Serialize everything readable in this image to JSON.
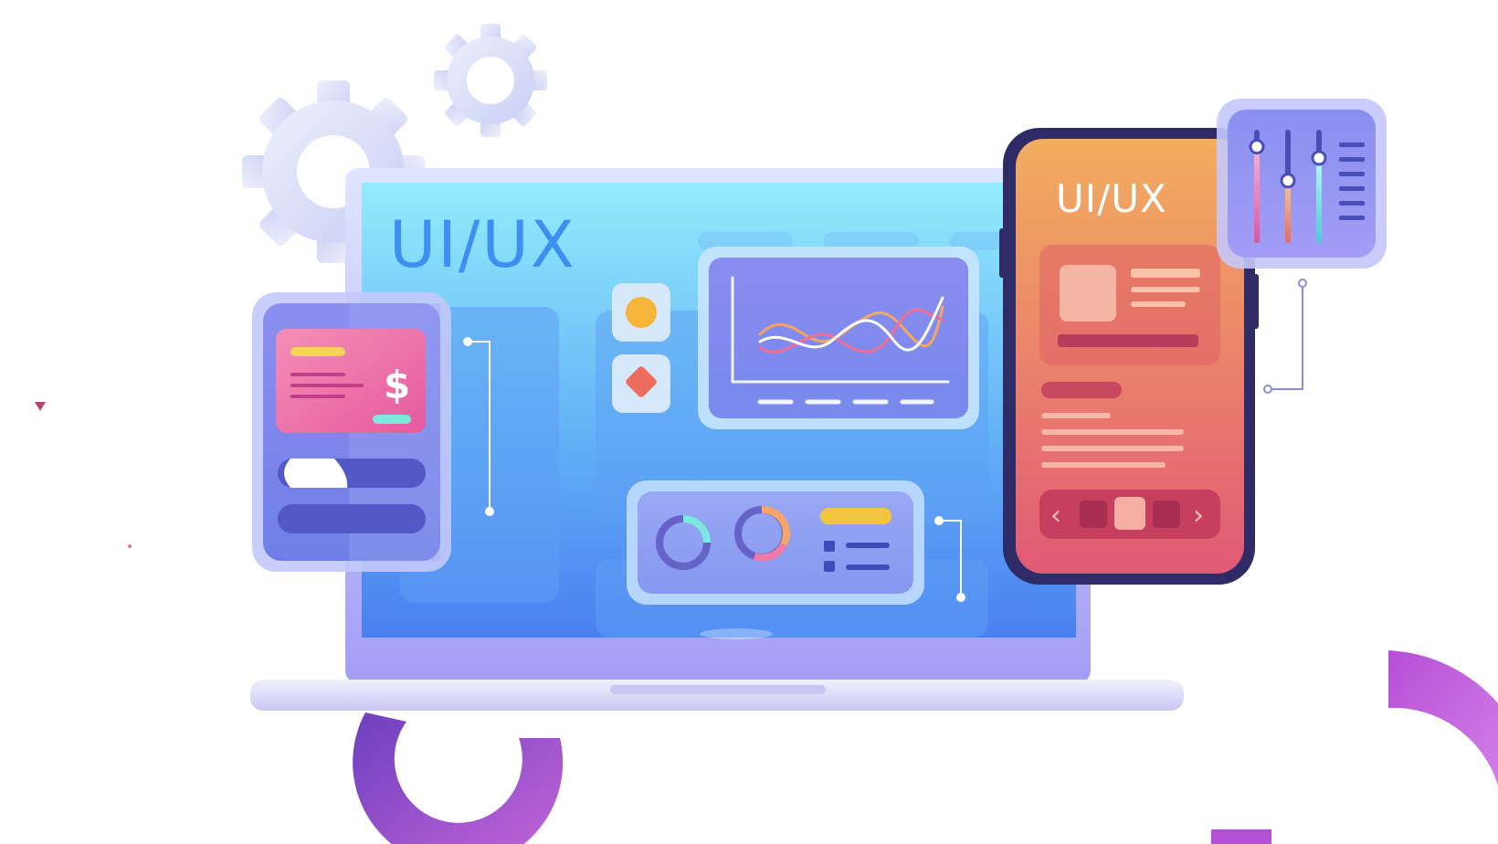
{
  "illustration": {
    "laptop_title": "UI/UX",
    "phone_title": "UI/UX",
    "card_currency_symbol": "$",
    "carousel_prev_symbol": "‹",
    "carousel_next_symbol": "›"
  },
  "sliders": [
    {
      "name": "slider-1",
      "level": 0.85
    },
    {
      "name": "slider-2",
      "level": 0.55
    },
    {
      "name": "slider-3",
      "level": 0.75
    }
  ],
  "colors": {
    "laptop_screen_top": "#8ee9fb",
    "laptop_screen_bottom": "#4f86f0",
    "laptop_frame": "#a9a6f5",
    "laptop_base": "#e4e3fb",
    "phone_top": "#f0a45f",
    "phone_bottom": "#e35c73",
    "phone_frame": "#2f2b66",
    "panel_purple": "#7d7fe6",
    "card_pink": "#ec6aa8",
    "gear": "#d6dbf7",
    "ring_purple": "#7b45c7",
    "accent_yellow": "#f3c53f",
    "accent_teal": "#6ee6d6"
  }
}
